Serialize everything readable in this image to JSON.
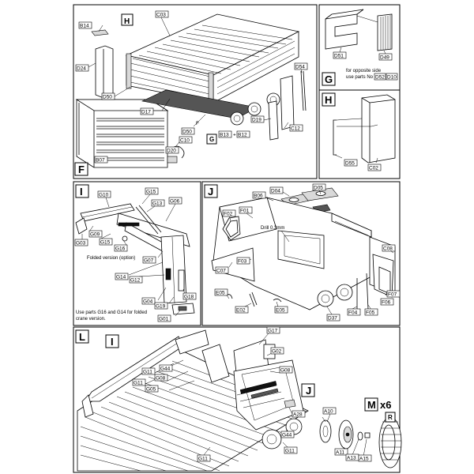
{
  "sections": {
    "F": {
      "letter": "F",
      "inset": "H",
      "labels": [
        "B14",
        "C03",
        "D24",
        "D50",
        "D17",
        "D54",
        "D19",
        "C12",
        "D50",
        "F",
        "G",
        "B13",
        "+",
        "B12",
        "C10",
        "D20",
        "B07"
      ]
    },
    "G": {
      "letter": "G",
      "labels": [
        "D51",
        "D49"
      ],
      "note_line1": "for opposite side",
      "note_line2": "use parts No",
      "note_parts": [
        "D52",
        "D10"
      ]
    },
    "H": {
      "letter": "H",
      "labels": [
        "D55",
        "C02"
      ]
    },
    "I": {
      "letter": "I",
      "labels": [
        "G10",
        "G15",
        "G13",
        "G06",
        "G09",
        "G03",
        "G15",
        "G16",
        "G07",
        "G14",
        "G12",
        "G04",
        "G19",
        "G18",
        "G01"
      ],
      "folded_note": "Folded version (option)",
      "bottom_note_line1": "Use parts G16 and G14 for folded",
      "bottom_note_line2": "crane version."
    },
    "J": {
      "letter": "J",
      "labels": [
        "D04",
        "D05",
        "B06",
        "F02",
        "F01",
        "C07",
        "F03",
        "E05",
        "E02",
        "E05",
        "D37",
        "F04",
        "F05",
        "F06",
        "F07",
        "C08"
      ],
      "drill_note": "Drill 0.3mm"
    },
    "L": {
      "letter": "L",
      "inset_I": "I",
      "inset_J": "J",
      "labels": [
        "G17",
        "G02",
        "G08",
        "G11",
        "G44",
        "G08",
        "G11",
        "G05",
        "G44",
        "A28",
        "G11",
        "G11"
      ]
    },
    "M": {
      "letter": "M",
      "multiplier": "x6",
      "inset": "R",
      "labels": [
        "A10",
        "A11",
        "A13",
        "A15"
      ]
    }
  }
}
